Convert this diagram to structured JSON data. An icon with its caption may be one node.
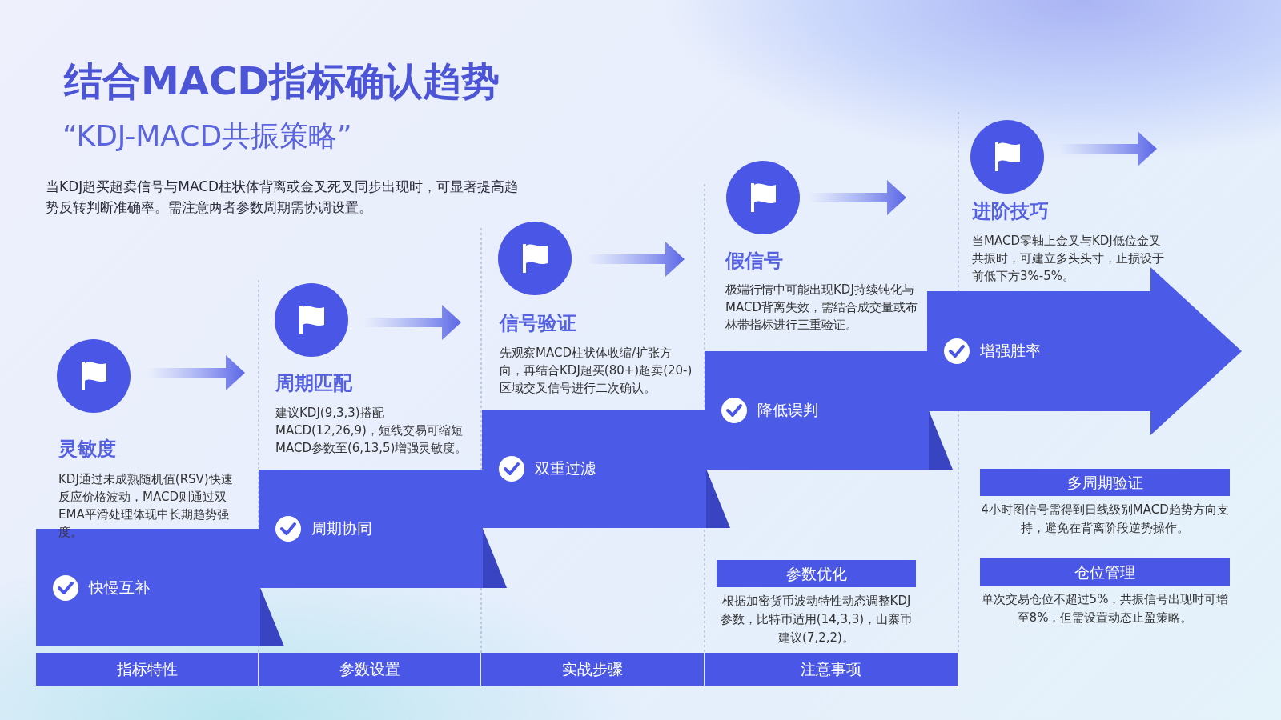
{
  "diagram": {
    "title": "结合MACD指标确认趋势",
    "nodes": [
      {
        "text": [
          "快慢互补"
        ],
        "beside": [
          "灵敏度",
          "KDJ通过未成熟随机值(RSV)快速反应价格波动，MACD则通过双EMA平滑处理体现中长期趋势强度。"
        ]
      },
      {
        "text": [
          "周期协同"
        ],
        "beside": [
          "周期匹配",
          "建议KDJ(9,3,3)搭配MACD(12,26,9)，短线交易可缩短MACD参数至(6,13,5)增强灵敏度。"
        ]
      },
      {
        "text": [
          "双重过滤"
        ],
        "beside": [
          "信号验证",
          "先观察MACD柱状体收缩/扩张方向，再结合KDJ超买(80+)超卖(20-)区域交叉信号进行二次确认。"
        ]
      },
      {
        "text": [
          "降低误判"
        ],
        "beside": [
          "假信号",
          "极端行情中可能出现KDJ持续钝化与MACD背离失效，需结合成交量或布林带指标进行三重验证。"
        ]
      },
      {
        "text": [
          "增强胜率"
        ],
        "beside": [
          "进阶技巧",
          "当MACD零轴上金叉与KDJ低位金叉共振时，可建立多头头寸，止损设于前低下方3%-5%。"
        ]
      },
      {
        "text": [
          "指标特性"
        ]
      },
      {
        "text": [
          "参数设置"
        ]
      },
      {
        "text": [
          "实战步骤"
        ]
      },
      {
        "text": [
          "注意事项"
        ]
      },
      {
        "text": [
          "参数优化",
          "根据加密货币波动特性动态调整KDJ参数，比特币适用(14,3,3)，山寨币建议(7,2,2)。"
        ]
      },
      {
        "text": [
          "多周期验证",
          "4小时图信号需得到日线级别MACD趋势方向支持，避免在背离阶段逆势操作。"
        ]
      },
      {
        "text": [
          "仓位管理",
          "单次交易仓位不超过5%，共振信号出现时可增至8%，但需设置动态止盈策略。"
        ]
      }
    ],
    "edges": [],
    "labels": [
      "“KDJ-MACD共振策略”",
      "当KDJ超买超卖信号与MACD柱状体背离或金叉死叉同步出现时，可显著提高趋势反转判断准确率。需注意两者参数周期需协调设置。"
    ]
  }
}
